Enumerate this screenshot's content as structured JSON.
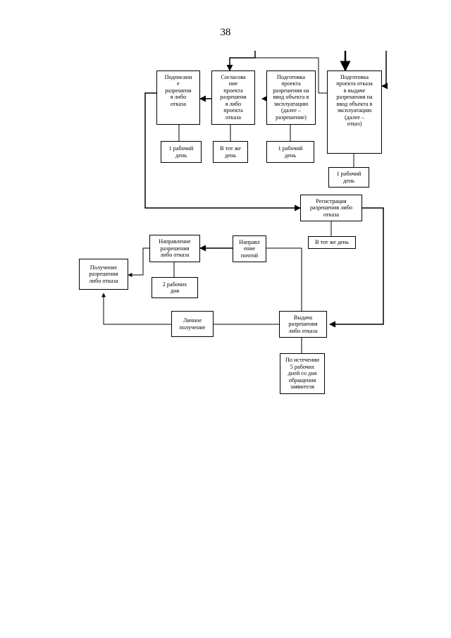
{
  "page": {
    "number": "38"
  },
  "boxes": {
    "signing": "Подписани\nе\nразрешени\nя либо\nотказа",
    "approval": "Согласова\nние\nпроекта\nразрешени\nя либо\nпроекта\nотказа",
    "prep_permit": "Подготовка\nпроекта\nразрешения на\nввод объекта в\nэксплуатацию\n(далее –\nразрешение)",
    "prep_refusal": "Подготовка\nпроекта отказа\nв выдаче\nразрешения на\nввод объекта в\nэксплуатацию\n(далее –\nотказ)",
    "signing_time": "1 рабочий\nдень",
    "approval_time": "В тот же\nдень",
    "prep_permit_time": "1 рабочий\nдень",
    "prep_refusal_time": "1 рабочий\nдень",
    "registration": "Регистрация\nразрешения либо\nотказа",
    "registration_time": "В тот же день",
    "sending": "Направление\nразрешения\nлибо отказа",
    "by_mail": "Направл\nение\nпочтой",
    "receipt": "Получение\nразрешения\nлибо отказа",
    "sending_time": "2 рабочих\nдня",
    "personal": "Личное\nполучение",
    "issuance": "Выдача\nразрешения\nлибо отказа",
    "issuance_time": "По истечении\n5 рабочих\nдней со дня\nобращения\nзаявителя"
  }
}
